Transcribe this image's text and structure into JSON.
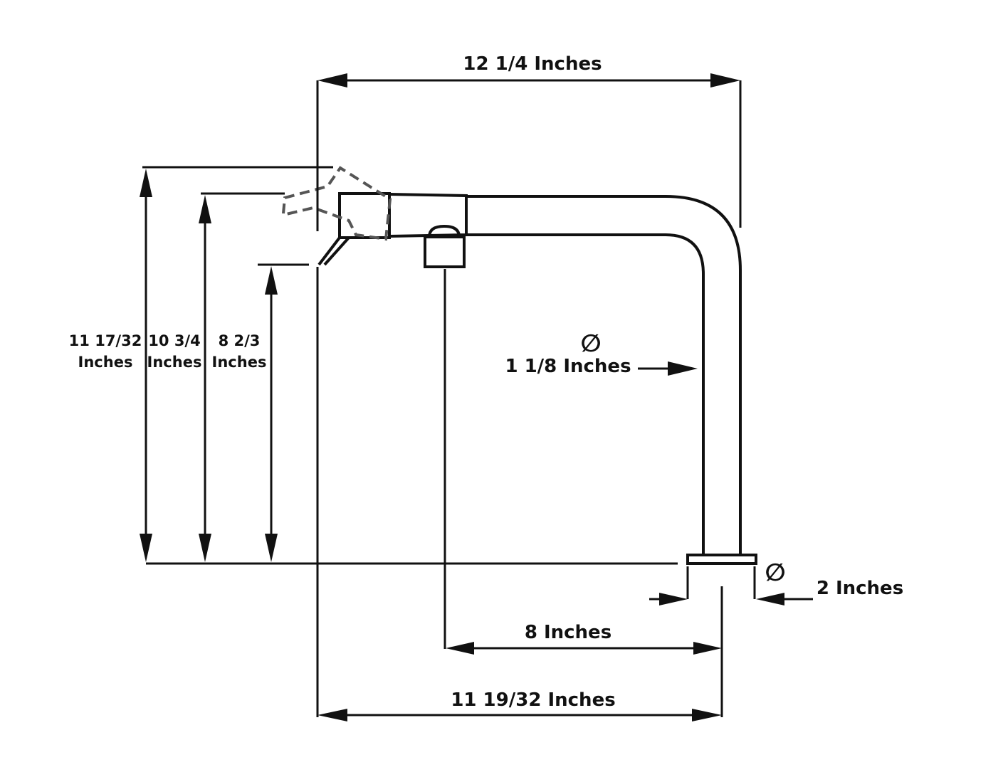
{
  "labels": {
    "width_top": "12 1/4 Inches",
    "height_total_line1": "11 17/32",
    "height_total_line2": "Inches",
    "height_mid_line1": "10 3/4",
    "height_mid_line2": "Inches",
    "height_spout_line1": "8 2/3",
    "height_spout_line2": "Inches",
    "pipe_diameter_symbol": "∅",
    "pipe_diameter": "1 1/8 Inches",
    "base_diameter_symbol": "∅",
    "base_diameter": "2 Inches",
    "reach_spout": "8 Inches",
    "reach_total": "11 19/32 Inches"
  },
  "colors": {
    "line": "#111111",
    "ghost": "#555555",
    "background": "#ffffff"
  }
}
